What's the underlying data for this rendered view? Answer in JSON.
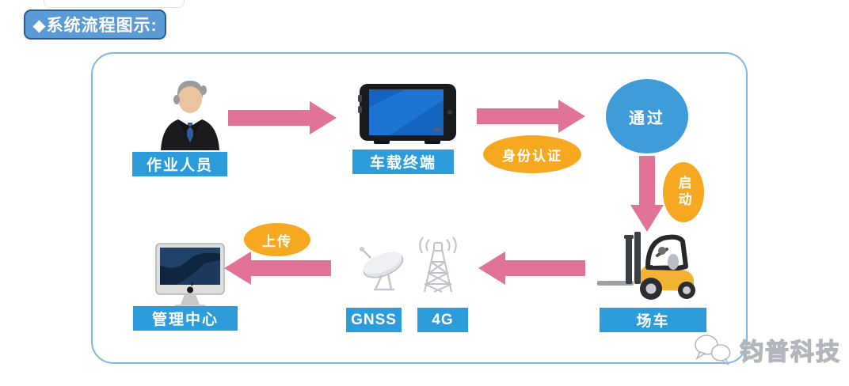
{
  "header": {
    "title": "◆系统流程图示:"
  },
  "nodes": {
    "operator": {
      "label": "作业人员"
    },
    "terminal": {
      "label": "车载终端"
    },
    "pass": {
      "label": "通过"
    },
    "vehicle": {
      "label": "场车"
    },
    "gnss": {
      "label": "GNSS"
    },
    "four_g": {
      "label": "4G"
    },
    "center": {
      "label": "管理中心"
    }
  },
  "edges": {
    "auth": {
      "label": "身份认证"
    },
    "start": {
      "label": "启动"
    },
    "upload": {
      "label": "上传"
    }
  },
  "watermark": {
    "text": "钧普科技"
  },
  "icons": {
    "operator": "person-icon",
    "terminal": "vehicle-terminal-icon",
    "vehicle": "forklift-icon",
    "gnss": "satellite-dish-icon",
    "four_g": "cell-tower-icon",
    "center": "desktop-computer-icon",
    "watermark": "chat-bubbles-logo-icon"
  },
  "colors": {
    "title_fill": "#5b9bd5",
    "title_border": "#2b5d8c",
    "node_label_blue": "#2d9cdb",
    "arrow_pink": "#e07396",
    "badge_orange": "#f6a821",
    "pass_circle_blue": "#3e9cd9",
    "panel_border_blue": "#7fb8e6",
    "forklift_yellow": "#f2b233"
  }
}
